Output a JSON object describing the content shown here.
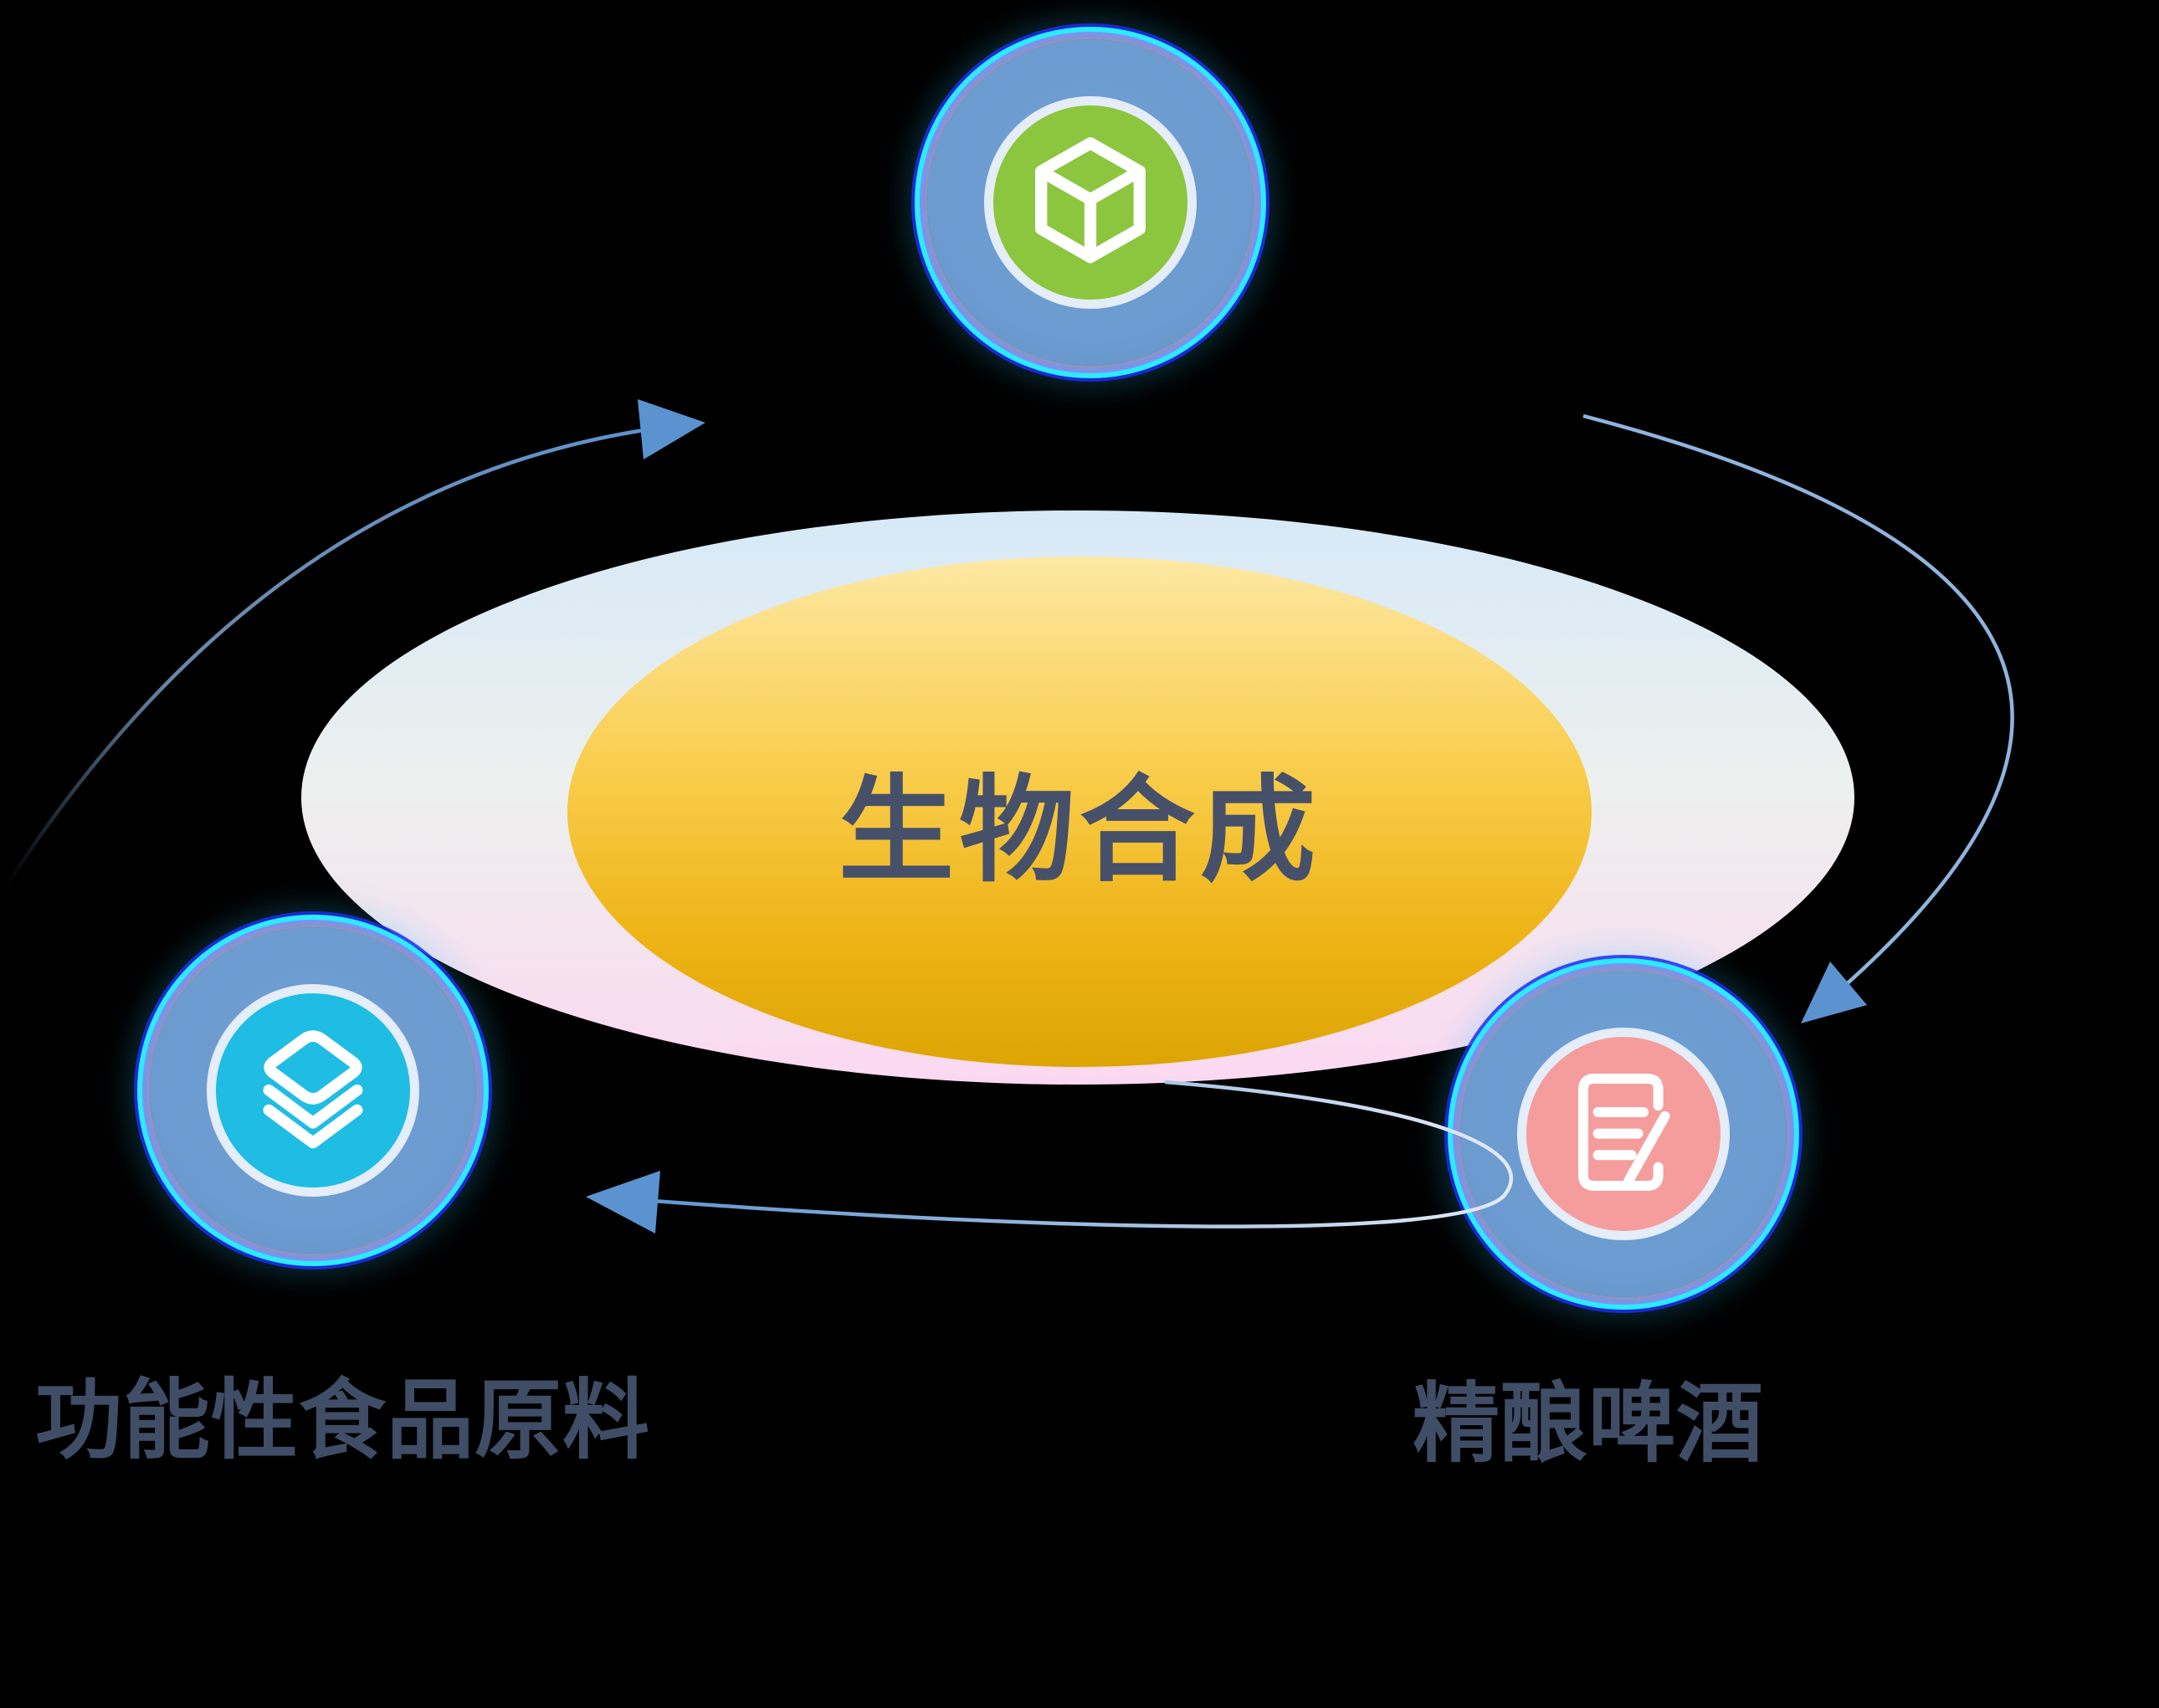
{
  "diagram": {
    "center": {
      "label": "生物合成"
    },
    "nodes": {
      "top": {
        "icon": "cube-icon"
      },
      "left": {
        "icon": "layers-icon",
        "label": "功能性食品原料"
      },
      "right": {
        "icon": "document-edit-icon",
        "label": "精酿啤酒"
      }
    },
    "colors": {
      "node_ring": "#6b9bd0",
      "node_top_fill": "#8cc63e",
      "node_left_fill": "#1fbde4",
      "node_right_fill": "#f59d9d",
      "inner_ring": "#e4edf8",
      "icon_stroke": "#ffffff",
      "glow_cyan": "#2bebff",
      "arrow_blue": "#5b93d1",
      "arrow_light": "#8fb3de",
      "arrow_pale": "#e2ebf6",
      "ellipse_top": "#d6e9f7",
      "ellipse_bottom": "#fbd8f1",
      "gold_top": "#fde8a4",
      "gold_bottom": "#dca504",
      "center_text": "#475069",
      "label_text": "#3f4e66"
    }
  }
}
